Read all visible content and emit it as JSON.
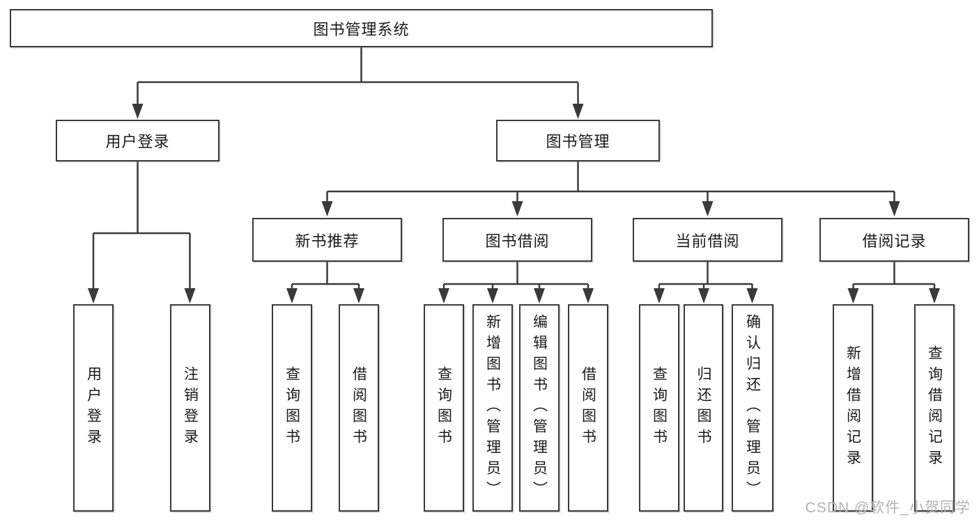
{
  "root": {
    "label": "图书管理系统"
  },
  "branches": {
    "user_login": {
      "label": "用户登录",
      "children": [
        {
          "label": "用户登录"
        },
        {
          "label": "注销登录"
        }
      ]
    },
    "book_management": {
      "label": "图书管理",
      "sections": [
        {
          "label": "新书推荐",
          "children": [
            {
              "label": "查询图书"
            },
            {
              "label": "借阅图书"
            }
          ]
        },
        {
          "label": "图书借阅",
          "children": [
            {
              "label": "查询图书"
            },
            {
              "label": "新增图书（管理员）"
            },
            {
              "label": "编辑图书（管理员）"
            },
            {
              "label": "借阅图书"
            }
          ]
        },
        {
          "label": "当前借阅",
          "children": [
            {
              "label": "查询图书"
            },
            {
              "label": "归还图书"
            },
            {
              "label": "确认归还（管理员）"
            }
          ]
        },
        {
          "label": "借阅记录",
          "children": [
            {
              "label": "新增借阅记录"
            },
            {
              "label": "查询借阅记录"
            }
          ]
        }
      ]
    }
  },
  "watermark": "CSDN @软件_小贺同学",
  "colors": {
    "line": "#3a3a3a",
    "box_border": "#3a3a3a",
    "text": "#1a1a1a",
    "watermark": "#b3b3b3",
    "background": "#ffffff"
  }
}
